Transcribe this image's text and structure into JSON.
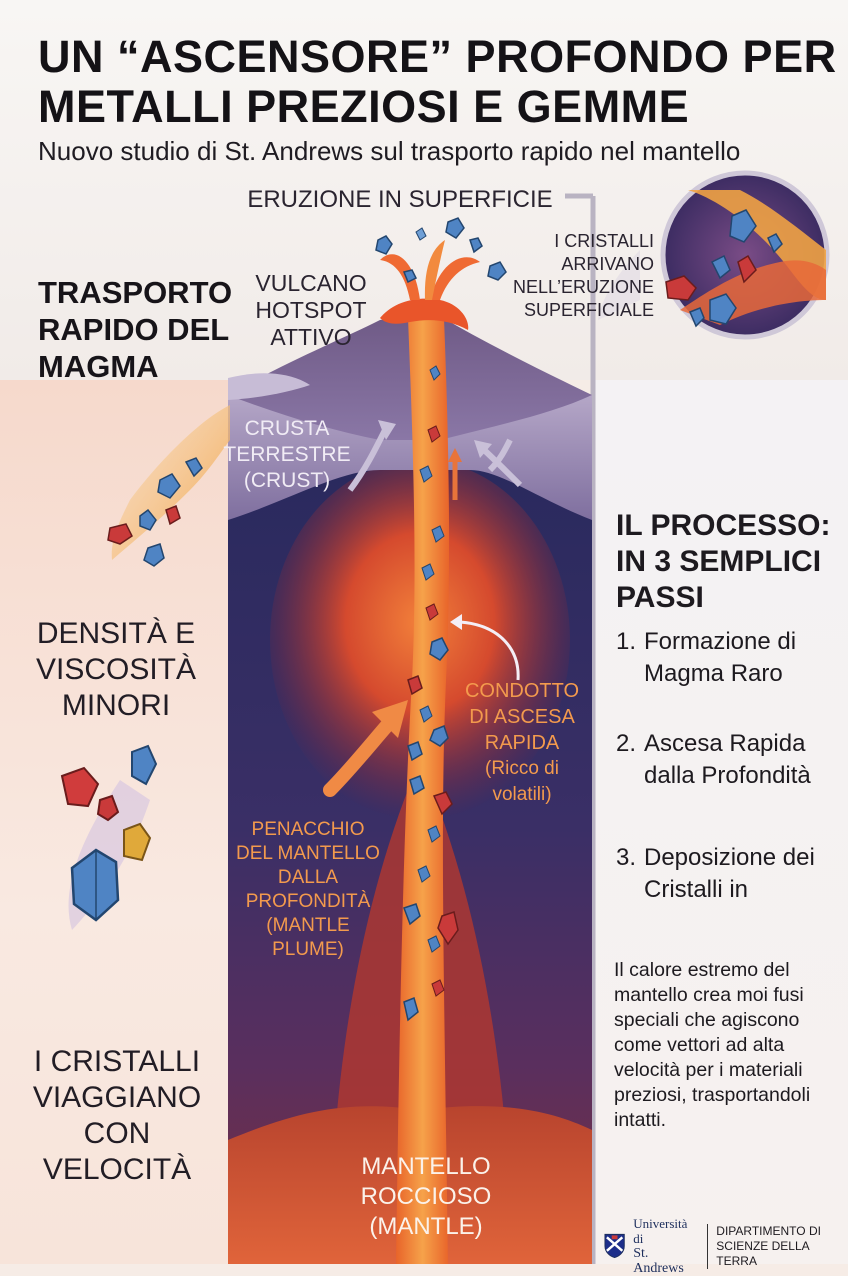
{
  "header": {
    "title_line1": "UN “ASCENSORE” PROFONDO PER",
    "title_line2": "METALLI PREZIOSI E GEMME",
    "subtitle": "Nuovo studio di St. Andrews sul trasporto rapido nel mantello"
  },
  "labels": {
    "eruption": "ERUZIONE IN SUPERFICIE",
    "volcano": [
      "VULCANO",
      "HOTSPOT",
      "ATTIVO"
    ],
    "crystals_arrive": [
      "I CRISTALLI",
      "ARRIVANO",
      "NELL’ERUZIONE",
      "SUPERFICIALE"
    ],
    "crust": [
      "CRUSTA",
      "TERRESTRE",
      "(CRUST)"
    ],
    "conduit": [
      "CONDOTTO",
      "DI ASCESA",
      "RAPIDA"
    ],
    "conduit_note": [
      "(Ricco di",
      "volatili)"
    ],
    "plume": [
      "PENACCHIO",
      "DEL MANTELLO",
      "DALLA",
      "PROFONDITÀ",
      "(MANTLE",
      "PLUME)"
    ],
    "mantle": [
      "MANTELLO",
      "ROCCIOSO",
      "(MANTLE)"
    ]
  },
  "left_panel": {
    "rapid_transport": [
      "TRASPORTO",
      "RAPIDO DEL",
      "MAGMA"
    ],
    "density": [
      "DENSITÀ E",
      "VISCOSITÀ",
      "MINORI"
    ],
    "crystals_travel": [
      "I CRISTALLI",
      "VIAGGIANO",
      "CON VELOCITÀ"
    ]
  },
  "process": {
    "title": [
      "IL PROCESSO:",
      "IN 3 SEMPLICI",
      "PASSI"
    ],
    "steps": [
      {
        "num": "1.",
        "lines": [
          "Formazione di",
          "Magma Raro"
        ]
      },
      {
        "num": "2.",
        "lines": [
          "Ascesa Rapida",
          "dalla Profondità"
        ]
      },
      {
        "num": "3.",
        "lines": [
          "Deposizione dei",
          "Cristalli in"
        ]
      }
    ],
    "note": "Il calore estremo del mantello crea moi fusi speciali che agiscono come vettori ad alta velocità per i materiali preziosi, trasportandoli intatti."
  },
  "footer": {
    "university_line1": "Università di",
    "university_line2": "St. Andrews",
    "department_line1": "DIPARTIMENTO DI",
    "department_line2": "SCIENZE DELLA TERRA"
  },
  "colors": {
    "magma": "#f07a2a",
    "mantle_dark": "#2f2a5a",
    "mantle_red": "#c0392b",
    "crust": "#8a7aa8",
    "gem_blue": "#4f84c4",
    "gem_red": "#c93a3a",
    "gem_gold": "#e0a93a"
  },
  "icons": [
    "gem-icon",
    "university-crest-icon",
    "arrow-icon"
  ]
}
